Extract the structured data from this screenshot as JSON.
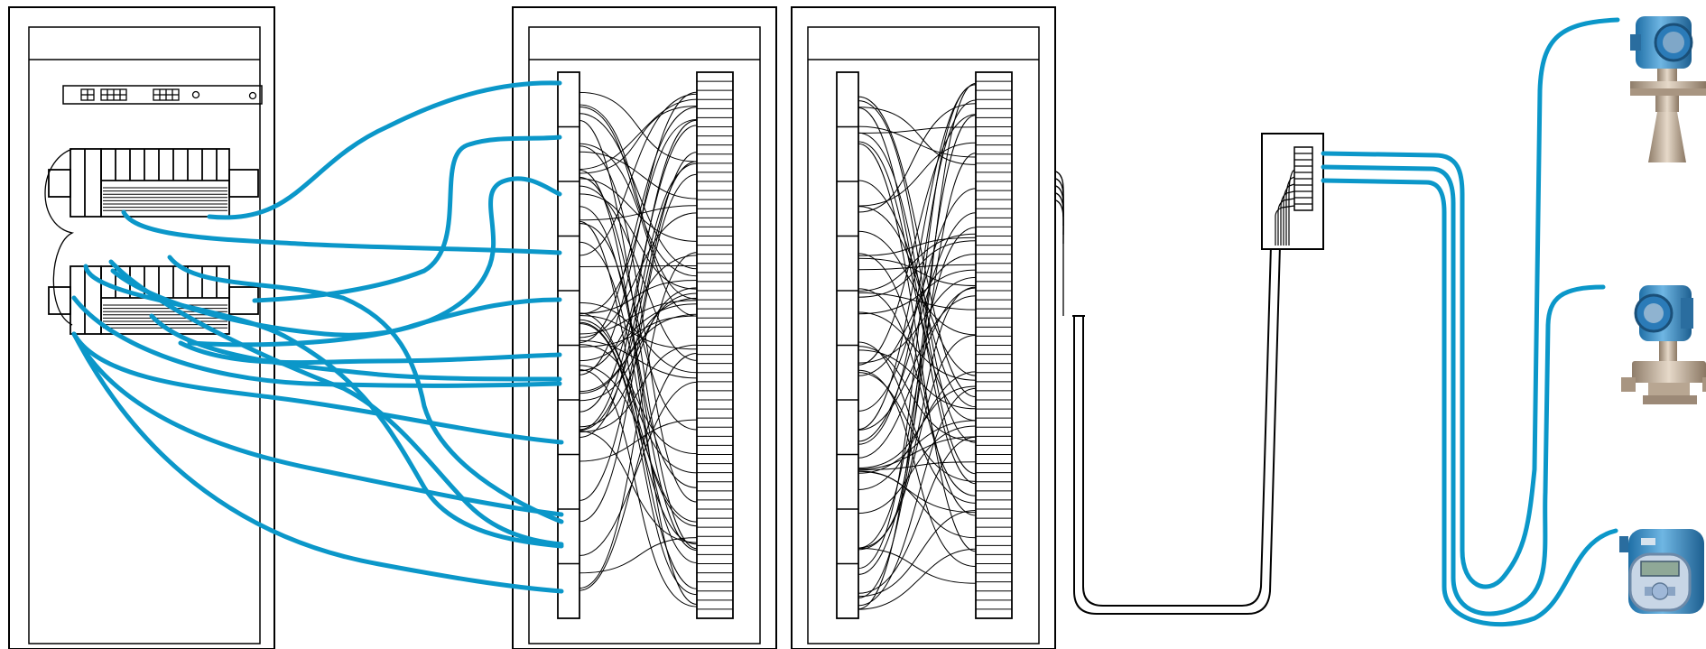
{
  "colors": {
    "line": "#000000",
    "cable": "#0b97c9",
    "background": "#ffffff",
    "device_body": "#3d8fc4",
    "device_metal": "#c9b8a4",
    "device_screen": "#9fb8d8"
  },
  "diagram": {
    "components": [
      {
        "id": "control-cabinet",
        "label": ""
      },
      {
        "id": "marshalling-cabinet-1",
        "label": ""
      },
      {
        "id": "marshalling-cabinet-2",
        "label": ""
      },
      {
        "id": "field-junction-box",
        "label": ""
      },
      {
        "id": "radar-level-transmitter",
        "icon": "radar-level-transmitter-icon",
        "label": ""
      },
      {
        "id": "pressure-transmitter",
        "icon": "pressure-transmitter-icon",
        "label": ""
      },
      {
        "id": "flow-transmitter",
        "icon": "flow-transmitter-icon",
        "label": ""
      }
    ],
    "connections": [
      {
        "from": "control-cabinet",
        "to": "marshalling-cabinet-1",
        "kind": "blue-cables",
        "count": 14
      },
      {
        "from": "marshalling-cabinet-1",
        "to": "marshalling-cabinet-1",
        "kind": "cross-wiring"
      },
      {
        "from": "marshalling-cabinet-2",
        "to": "marshalling-cabinet-2",
        "kind": "cross-wiring"
      },
      {
        "from": "marshalling-cabinet-2",
        "to": "field-junction-box",
        "kind": "multicore-cable"
      },
      {
        "from": "field-junction-box",
        "to": "radar-level-transmitter",
        "kind": "blue-cable"
      },
      {
        "from": "field-junction-box",
        "to": "pressure-transmitter",
        "kind": "blue-cable"
      },
      {
        "from": "field-junction-box",
        "to": "flow-transmitter",
        "kind": "blue-cable"
      }
    ]
  }
}
